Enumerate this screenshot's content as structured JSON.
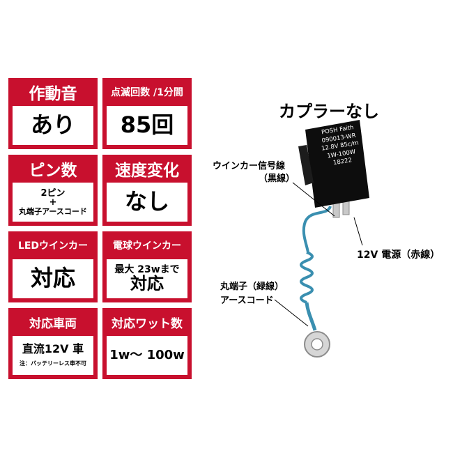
{
  "specs": [
    {
      "header": "作動音",
      "value": "あり"
    },
    {
      "header": "点滅回数 /1分間",
      "value": "85回"
    },
    {
      "header": "ピン数",
      "value_lines": [
        "2ピン",
        "+",
        "丸端子アースコード"
      ]
    },
    {
      "header": "速度変化",
      "value": "なし"
    },
    {
      "header": "LEDウインカー",
      "value": "対応"
    },
    {
      "header": "電球ウインカー",
      "value_lines": [
        "最大 23wまで",
        "対応"
      ]
    },
    {
      "header": "対応車両",
      "value": "直流12V 車",
      "note": "注：バッテリーレス車不可"
    },
    {
      "header": "対応ワット数",
      "value": "1w～ 100w"
    }
  ],
  "product": {
    "title": "カプラーなし",
    "device_label_lines": [
      "POSH Faith",
      "090013-WR",
      "12.8V 85c/m",
      "1W-100W",
      "18222"
    ],
    "callouts": {
      "signal_wire": [
        "ウインカー信号線",
        "（黒線）"
      ],
      "power": "12V 電源（赤線）",
      "ground": [
        "丸端子（緑線）",
        "アースコード"
      ]
    }
  },
  "colors": {
    "accent": "#c8102e",
    "wire": "#3a8fb0",
    "device": "#111111"
  }
}
